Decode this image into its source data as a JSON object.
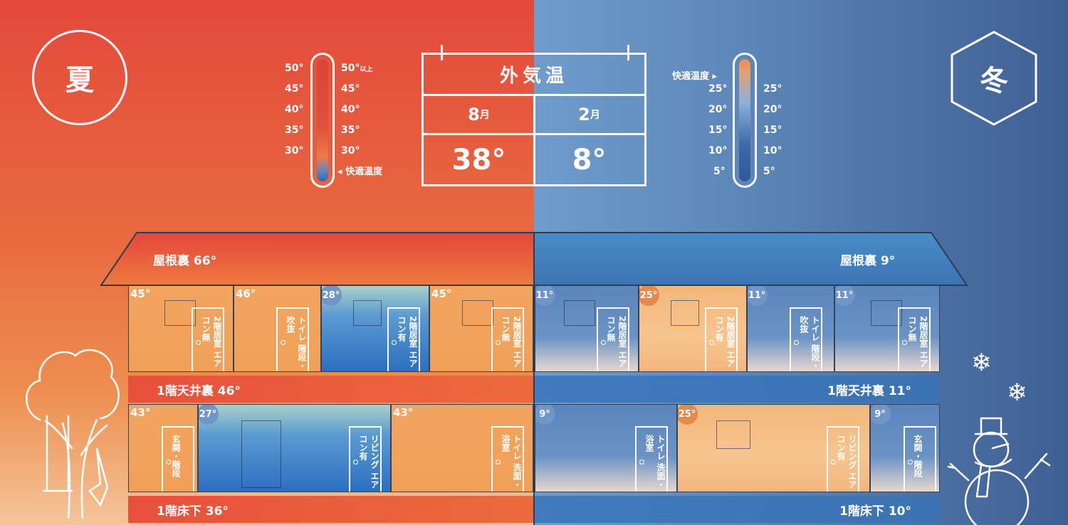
{
  "summer": {
    "season": "夏",
    "thermometer": {
      "left_ticks": [
        "50°",
        "45°",
        "40°",
        "35°",
        "30°"
      ],
      "right_ticks": [
        "50°",
        "45°",
        "40°",
        "35°",
        "30°"
      ],
      "right_top_suffix": "以上",
      "comfort_label": "快適温度"
    }
  },
  "winter": {
    "season": "冬",
    "thermometer": {
      "left_ticks": [
        "25°",
        "20°",
        "15°",
        "10°",
        "5°"
      ],
      "right_ticks": [
        "25°",
        "20°",
        "15°",
        "10°",
        "5°"
      ],
      "comfort_label": "快適温度"
    }
  },
  "outside": {
    "title": "外気温",
    "summer_month_num": "8",
    "winter_month_num": "2",
    "month_unit": "月",
    "summer_temp": "38°",
    "winter_temp": "8°"
  },
  "bands": {
    "summer_attic": "屋根裏 66°",
    "winter_attic": "屋根裏 9°",
    "summer_ceiling": "1階天井裏 46°",
    "winter_ceiling": "1階天井裏 11°",
    "summer_floor": "1階床下 36°",
    "winter_floor": "1階床下 10°"
  },
  "rooms": {
    "s2_bed1": {
      "temp": "45°",
      "label": "2階居室 エアコン無"
    },
    "s2_toilet": {
      "temp": "46°",
      "label": "トイレ 階段・吹抜"
    },
    "s2_bed_ac": {
      "temp": "28°",
      "label": "2階居室 エアコン有"
    },
    "s2_bed2": {
      "temp": "45°",
      "label": "2階居室 エアコン無"
    },
    "w2_bed1": {
      "temp": "11°",
      "label": "2階居室 エアコン無"
    },
    "w2_bed_ac": {
      "temp": "25°",
      "label": "2階居室 エアコン有"
    },
    "w2_toilet": {
      "temp": "11°",
      "label": "トイレ 階段・吹抜"
    },
    "w2_bed2": {
      "temp": "11°",
      "label": "2階居室 エアコン無"
    },
    "s1_entry": {
      "temp": "43°",
      "label": "玄関・階段"
    },
    "s1_living": {
      "temp": "27°",
      "label": "リビング エアコン有"
    },
    "s1_bath": {
      "temp": "43°",
      "label": "トイレ 洗面・浴室"
    },
    "w1_bath": {
      "temp": "9°",
      "label": "トイレ 洗面・浴室"
    },
    "w1_living": {
      "temp": "25°",
      "label": "リビング エアコン有"
    },
    "w1_entry": {
      "temp": "9°",
      "label": "玄関・階段"
    }
  },
  "icons": [
    "tree-swing-icon",
    "snowman-icon",
    "snowflake-icon"
  ],
  "colors": {
    "summer": "#e3493b",
    "winter": "#3f5f93",
    "ac_cool": "#2c6fc0",
    "heat_warm": "#f4b77a"
  }
}
